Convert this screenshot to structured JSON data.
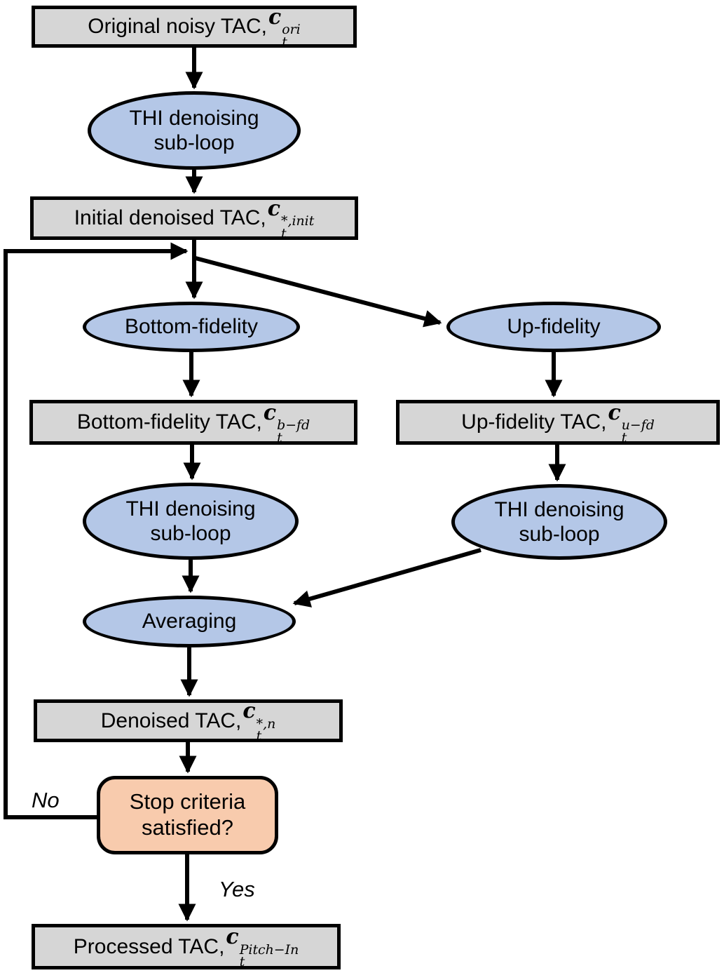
{
  "diagram": {
    "type": "flowchart",
    "colors": {
      "process_box_fill": "#d6d6d6",
      "operation_ellipse_fill": "#b4c7e7",
      "decision_fill": "#f8cbad",
      "stroke": "#000000",
      "background": "#ffffff"
    },
    "nodes": {
      "original": {
        "label": "Original noisy TAC, ",
        "math": {
          "base": "c",
          "sub": "t",
          "sup": "ori"
        }
      },
      "thi1": {
        "label": "THI denoising sub-loop"
      },
      "initial": {
        "label": "Initial denoised TAC,",
        "math": {
          "base": "c",
          "sub": "t",
          "sup": "*,init"
        }
      },
      "bottom_fidelity": {
        "label": "Bottom-fidelity"
      },
      "up_fidelity": {
        "label": "Up-fidelity"
      },
      "bottom_tac": {
        "label": "Bottom-fidelity TAC,",
        "math": {
          "base": "c",
          "sub": "t",
          "sup": "b−fd"
        }
      },
      "up_tac": {
        "label": "Up-fidelity TAC,",
        "math": {
          "base": "c",
          "sub": "t",
          "sup": "u−fd"
        }
      },
      "thi2": {
        "label": "THI denoising sub-loop"
      },
      "thi3": {
        "label": "THI denoising sub-loop"
      },
      "averaging": {
        "label": "Averaging"
      },
      "stop": {
        "label": "Stop criteria satisfied?"
      },
      "denoised": {
        "label": "Denoised TAC,",
        "math": {
          "base": "c",
          "sub": "t",
          "sup": "*,n"
        }
      },
      "processed": {
        "label": "Processed TAC,",
        "math": {
          "base": "c",
          "sub": "t",
          "sup": "Pitch−In"
        }
      }
    },
    "edge_labels": {
      "no": "No",
      "yes": "Yes"
    }
  }
}
